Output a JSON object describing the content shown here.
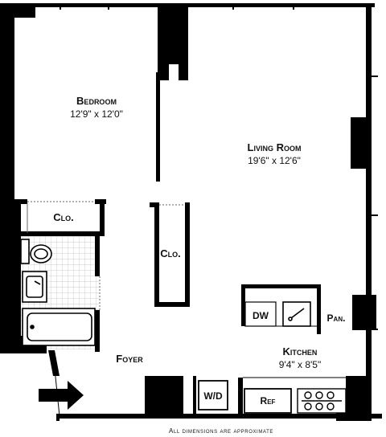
{
  "rooms": {
    "bedroom": {
      "name": "Bedroom",
      "dims": "12'9\" x 12'0\""
    },
    "living_room": {
      "name": "Living Room",
      "dims": "19'6\" x 12'6\""
    },
    "kitchen": {
      "name": "Kitchen",
      "dims": "9'4\" x 8'5\""
    },
    "foyer": {
      "name": "Foyer"
    },
    "closet_bedroom": {
      "name": "Clo."
    },
    "closet_hall": {
      "name": "Clo."
    }
  },
  "fixtures": {
    "dishwasher": "DW",
    "pantry": "Pan.",
    "washer_dryer": "W/D",
    "refrigerator": "Ref"
  },
  "footnote": "All dimensions are approximate"
}
